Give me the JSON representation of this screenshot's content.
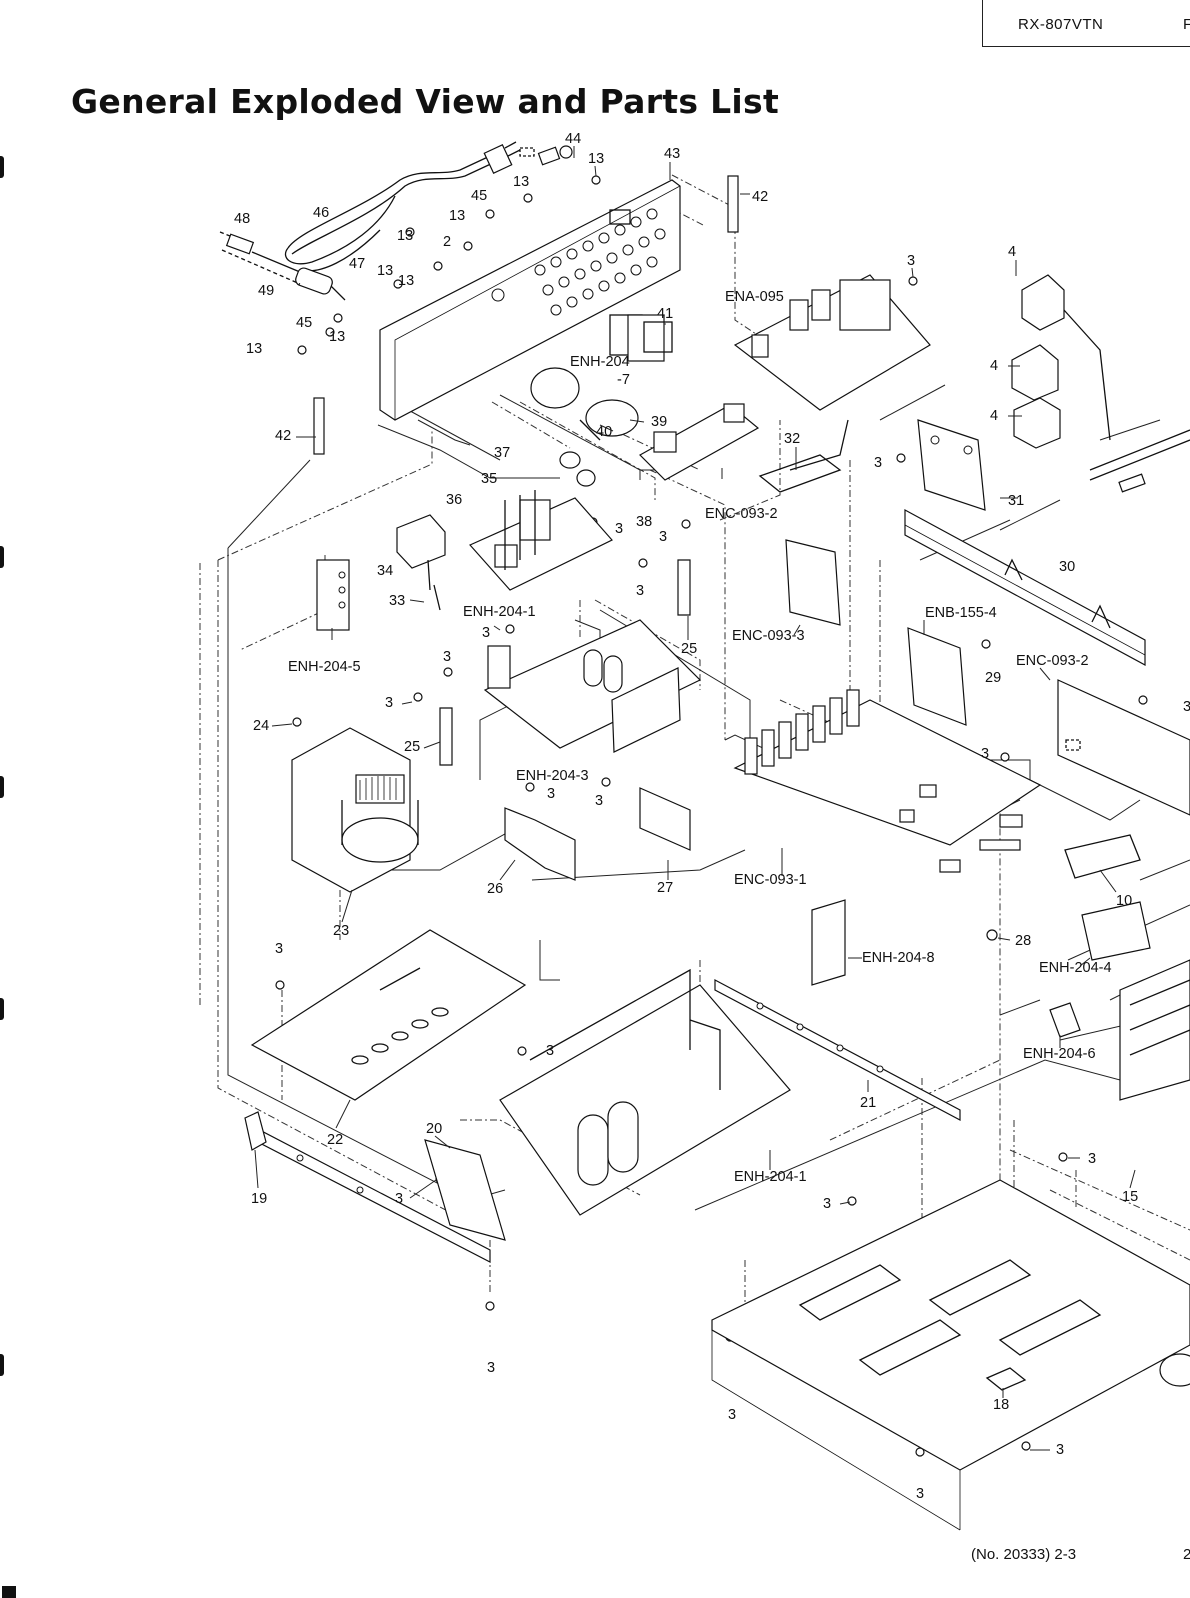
{
  "header": {
    "model": "RX-807VTN",
    "model_cont": "F"
  },
  "title": "General Exploded View and Parts List",
  "footer": {
    "doc_number": "(No. 20333)  2-3",
    "doc_cont": "2"
  },
  "labels": [
    {
      "id": "l44",
      "text": "44"
    },
    {
      "id": "l13a",
      "text": "13"
    },
    {
      "id": "l43",
      "text": "43"
    },
    {
      "id": "l42a",
      "text": "42"
    },
    {
      "id": "l13b",
      "text": "13"
    },
    {
      "id": "l45a",
      "text": "45"
    },
    {
      "id": "l13c",
      "text": "13"
    },
    {
      "id": "l46",
      "text": "46"
    },
    {
      "id": "l48",
      "text": "48"
    },
    {
      "id": "l13d",
      "text": "13"
    },
    {
      "id": "l2",
      "text": "2"
    },
    {
      "id": "l47",
      "text": "47"
    },
    {
      "id": "l13e",
      "text": "13"
    },
    {
      "id": "l13f",
      "text": "13"
    },
    {
      "id": "l49",
      "text": "49"
    },
    {
      "id": "l45b",
      "text": "45"
    },
    {
      "id": "l13g",
      "text": "13"
    },
    {
      "id": "l13h",
      "text": "13"
    },
    {
      "id": "lena095",
      "text": "ENA-095"
    },
    {
      "id": "l3a",
      "text": "3"
    },
    {
      "id": "l4a",
      "text": "4"
    },
    {
      "id": "l4b",
      "text": "4"
    },
    {
      "id": "l4c",
      "text": "4"
    },
    {
      "id": "l41",
      "text": "41"
    },
    {
      "id": "lenh204",
      "text": "ENH-204"
    },
    {
      "id": "l7",
      "text": "-7"
    },
    {
      "id": "l42b",
      "text": "42"
    },
    {
      "id": "l39",
      "text": "39"
    },
    {
      "id": "l40",
      "text": "40"
    },
    {
      "id": "l37",
      "text": "37"
    },
    {
      "id": "l32",
      "text": "32"
    },
    {
      "id": "l3b",
      "text": "3"
    },
    {
      "id": "l31",
      "text": "31"
    },
    {
      "id": "l35",
      "text": "35"
    },
    {
      "id": "l36",
      "text": "36"
    },
    {
      "id": "lenc0932a",
      "text": "ENC-093-2"
    },
    {
      "id": "l3c",
      "text": "3"
    },
    {
      "id": "l38",
      "text": "38"
    },
    {
      "id": "l3d",
      "text": "3"
    },
    {
      "id": "l34",
      "text": "34"
    },
    {
      "id": "l33",
      "text": "33"
    },
    {
      "id": "lenh2041a",
      "text": "ENH-204-1"
    },
    {
      "id": "l3e",
      "text": "3"
    },
    {
      "id": "l30",
      "text": "30"
    },
    {
      "id": "l3f",
      "text": "3"
    },
    {
      "id": "l25a",
      "text": "25"
    },
    {
      "id": "lenc0933",
      "text": "ENC-093-3"
    },
    {
      "id": "lenb1554",
      "text": "ENB-155-4"
    },
    {
      "id": "l29",
      "text": "29"
    },
    {
      "id": "lenc0932b",
      "text": "ENC-093-2"
    },
    {
      "id": "lenh2045",
      "text": "ENH-204-5"
    },
    {
      "id": "l3g",
      "text": "3"
    },
    {
      "id": "l3h",
      "text": "3"
    },
    {
      "id": "l3i",
      "text": "3"
    },
    {
      "id": "l24",
      "text": "24"
    },
    {
      "id": "l25b",
      "text": "25"
    },
    {
      "id": "lenh2043",
      "text": "ENH-204-3"
    },
    {
      "id": "l3j",
      "text": "3"
    },
    {
      "id": "l3k",
      "text": "3"
    },
    {
      "id": "l3l",
      "text": "3"
    },
    {
      "id": "l26",
      "text": "26"
    },
    {
      "id": "l27",
      "text": "27"
    },
    {
      "id": "lenc0931",
      "text": "ENC-093-1"
    },
    {
      "id": "l10",
      "text": "10"
    },
    {
      "id": "l23",
      "text": "23"
    },
    {
      "id": "l28",
      "text": "28"
    },
    {
      "id": "lenh2048",
      "text": "ENH-204-8"
    },
    {
      "id": "lenh2044",
      "text": "ENH-204-4"
    },
    {
      "id": "l3m",
      "text": "3"
    },
    {
      "id": "l3n",
      "text": "3"
    },
    {
      "id": "lenh2046",
      "text": "ENH-204-6"
    },
    {
      "id": "l21",
      "text": "21"
    },
    {
      "id": "l22",
      "text": "22"
    },
    {
      "id": "l20",
      "text": "20"
    },
    {
      "id": "l3o",
      "text": "3"
    },
    {
      "id": "l19",
      "text": "19"
    },
    {
      "id": "l3p",
      "text": "3"
    },
    {
      "id": "lenh2041b",
      "text": "ENH-204-1"
    },
    {
      "id": "l15",
      "text": "15"
    },
    {
      "id": "l3q",
      "text": "3"
    },
    {
      "id": "l3r",
      "text": "3"
    },
    {
      "id": "l3s",
      "text": "3"
    },
    {
      "id": "l18",
      "text": "18"
    },
    {
      "id": "l3t",
      "text": "3"
    },
    {
      "id": "l3u",
      "text": "3"
    }
  ]
}
